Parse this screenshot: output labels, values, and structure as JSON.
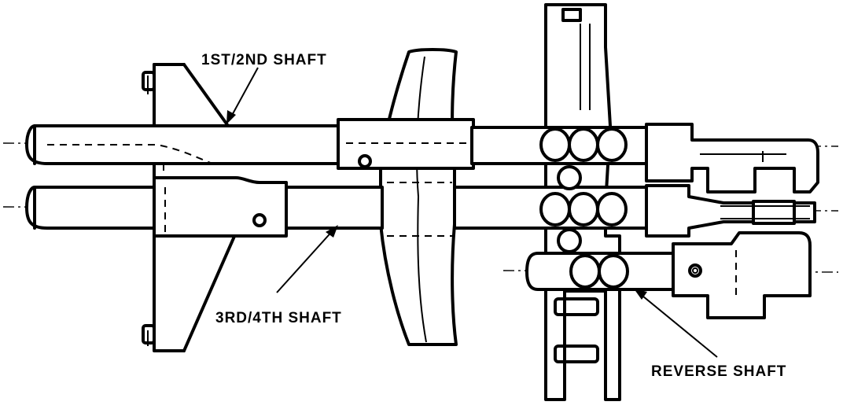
{
  "labels": {
    "shaft_12": "1ST/2ND SHAFT",
    "shaft_34": "3RD/4TH SHAFT",
    "reverse": "REVERSE SHAFT"
  }
}
